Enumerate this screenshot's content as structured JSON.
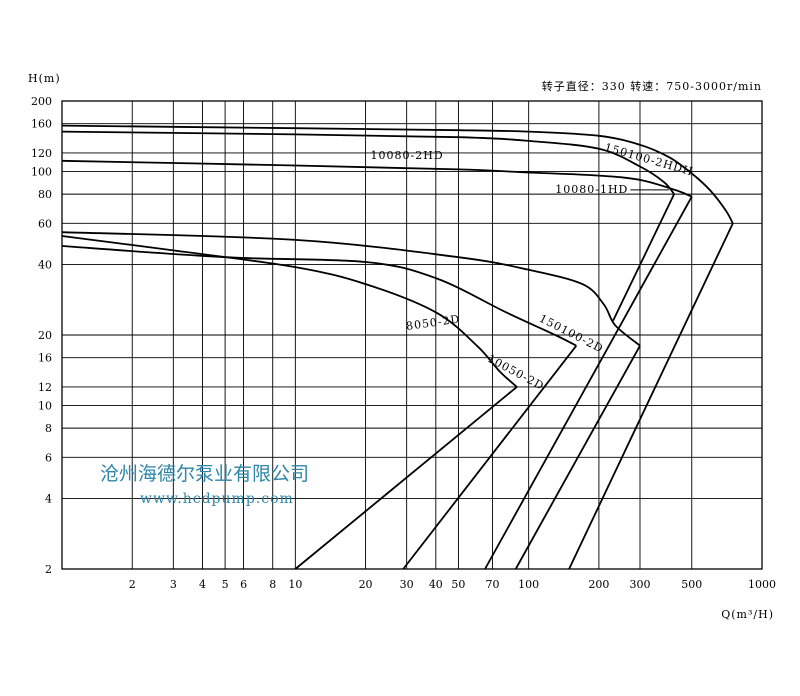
{
  "chart_data": {
    "type": "line",
    "y_axis_title": "H(m)",
    "x_axis_title": "Q(m³/H)",
    "x_scale": "log",
    "y_scale": "log",
    "xlim": [
      1,
      1000
    ],
    "ylim": [
      2,
      200
    ],
    "grid": true,
    "subtitle": "转子直径：330  转速：750-3000r/min",
    "x_ticks": [
      {
        "v": 2,
        "label": "2"
      },
      {
        "v": 3,
        "label": "3"
      },
      {
        "v": 4,
        "label": "4"
      },
      {
        "v": 5,
        "label": "5"
      },
      {
        "v": 6,
        "label": "6"
      },
      {
        "v": 8,
        "label": "8"
      },
      {
        "v": 10,
        "label": "10"
      },
      {
        "v": 20,
        "label": "20"
      },
      {
        "v": 30,
        "label": "30"
      },
      {
        "v": 40,
        "label": "40"
      },
      {
        "v": 50,
        "label": "50"
      },
      {
        "v": 70,
        "label": "70"
      },
      {
        "v": 100,
        "label": "100"
      },
      {
        "v": 200,
        "label": "200"
      },
      {
        "v": 300,
        "label": "300"
      },
      {
        "v": 500,
        "label": "500"
      },
      {
        "v": 1000,
        "label": "1000"
      }
    ],
    "y_ticks": [
      {
        "v": 2,
        "label": "2"
      },
      {
        "v": 4,
        "label": "4"
      },
      {
        "v": 6,
        "label": "6"
      },
      {
        "v": 8,
        "label": "8"
      },
      {
        "v": 10,
        "label": "10"
      },
      {
        "v": 12,
        "label": "12"
      },
      {
        "v": 16,
        "label": "16"
      },
      {
        "v": 20,
        "label": "20"
      },
      {
        "v": 40,
        "label": "40"
      },
      {
        "v": 60,
        "label": "60"
      },
      {
        "v": 80,
        "label": "80"
      },
      {
        "v": 100,
        "label": "100"
      },
      {
        "v": 120,
        "label": "120"
      },
      {
        "v": 160,
        "label": "160"
      },
      {
        "v": 200,
        "label": "200"
      }
    ],
    "series": [
      {
        "name": "8050-2D",
        "head_curve": [
          [
            1,
            53
          ],
          [
            3,
            46
          ],
          [
            10,
            39
          ],
          [
            20,
            33
          ],
          [
            40,
            25
          ],
          [
            60,
            18
          ],
          [
            75,
            14
          ],
          [
            89,
            12
          ]
        ],
        "speed_line": [
          [
            89,
            12
          ],
          [
            10,
            2
          ]
        ],
        "label_at": [
          30,
          21
        ]
      },
      {
        "name": "10050-2D",
        "head_curve": [
          [
            1,
            48
          ],
          [
            5,
            43
          ],
          [
            20,
            41
          ],
          [
            40,
            35
          ],
          [
            80,
            25
          ],
          [
            130,
            20
          ],
          [
            160,
            18
          ]
        ],
        "speed_line": [
          [
            160,
            18
          ],
          [
            29,
            2
          ]
        ],
        "label_at": [
          66,
          15.5
        ]
      },
      {
        "name": "150100-2D",
        "head_curve": [
          [
            1,
            55
          ],
          [
            10,
            51
          ],
          [
            50,
            43
          ],
          [
            100,
            38
          ],
          [
            170,
            33
          ],
          [
            210,
            27
          ],
          [
            235,
            22
          ],
          [
            300,
            18
          ]
        ],
        "speed_line": [
          [
            300,
            18
          ],
          [
            88,
            2
          ]
        ],
        "label_at": [
          110,
          23
        ]
      },
      {
        "name": "10080-2HD",
        "head_curve": [
          [
            1,
            148
          ],
          [
            10,
            144
          ],
          [
            50,
            140
          ],
          [
            100,
            135
          ],
          [
            200,
            125
          ],
          [
            300,
            105
          ],
          [
            380,
            90
          ],
          [
            420,
            80
          ]
        ],
        "speed_line": [
          [
            420,
            80
          ],
          [
            230,
            23
          ]
        ],
        "label_at": [
          21,
          113
        ]
      },
      {
        "name": "10080-1HD",
        "head_curve": [
          [
            1,
            111
          ],
          [
            10,
            106
          ],
          [
            50,
            102
          ],
          [
            100,
            99
          ],
          [
            200,
            96
          ],
          [
            300,
            92
          ],
          [
            430,
            83
          ],
          [
            500,
            78
          ]
        ],
        "speed_line": [
          [
            500,
            78
          ],
          [
            65,
            2
          ]
        ],
        "label_at": [
          130,
          81
        ]
      },
      {
        "name": "150100-2HDH",
        "head_curve": [
          [
            1,
            157
          ],
          [
            10,
            153
          ],
          [
            50,
            150
          ],
          [
            100,
            148
          ],
          [
            200,
            142
          ],
          [
            300,
            130
          ],
          [
            400,
            115
          ],
          [
            500,
            98
          ],
          [
            600,
            83
          ],
          [
            700,
            68
          ],
          [
            750,
            60
          ]
        ],
        "speed_line": [
          [
            750,
            60
          ],
          [
            149,
            2
          ]
        ],
        "label_at": [
          210,
          123
        ]
      }
    ]
  },
  "watermark": {
    "company": "沧州海德尔泵业有限公司",
    "website": "www.hcdpump.com",
    "color": "#2e86a8"
  }
}
